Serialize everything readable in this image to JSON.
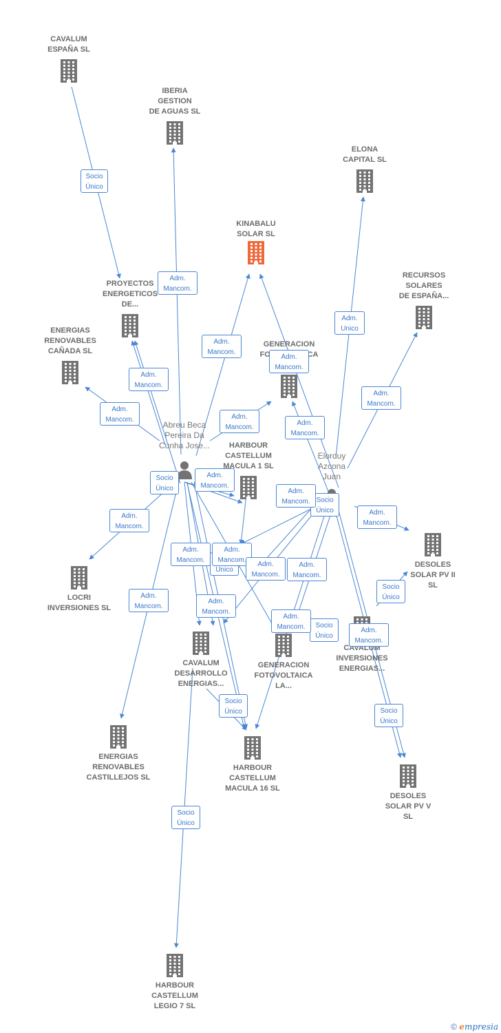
{
  "companies": [
    {
      "id": "kinabalu",
      "label": "KINABALU\nSOLAR  SL",
      "focus": true
    },
    {
      "id": "cavalum_espana",
      "label": "CAVALUM\nESPAÑA  SL"
    },
    {
      "id": "iberia",
      "label": "IBERIA\nGESTION\nDE AGUAS SL"
    },
    {
      "id": "elona",
      "label": "ELONA\nCAPITAL  SL"
    },
    {
      "id": "recursos",
      "label": "RECURSOS\nSOLARES\nDE ESPAÑA..."
    },
    {
      "id": "proyectos",
      "label": "PROYECTOS\nENERGETICOS\nDE..."
    },
    {
      "id": "canada",
      "label": "ENERGIAS\nRENOVABLES\nCAÑADA SL"
    },
    {
      "id": "gen_la",
      "label": "GENERACION\nFOTOVOLTAICA\nLA...  SL"
    },
    {
      "id": "macula1",
      "label": "HARBOUR\nCASTELLUM\nMACULA 1  SL"
    },
    {
      "id": "locri",
      "label": "LOCRI\nINVERSIONES SL"
    },
    {
      "id": "pv2",
      "label": "DESOLES\nSOLAR PV II\nSL"
    },
    {
      "id": "cav_des",
      "label": "CAVALUM\nDESARROLLO\nENERGIAS..."
    },
    {
      "id": "gen_la2",
      "label": "GENERACION\nFOTOVOLTAICA\nLA..."
    },
    {
      "id": "cav_inv",
      "label": "CAVALUM\nINVERSIONES\nENERGIAS..."
    },
    {
      "id": "castillejos",
      "label": "ENERGIAS\nRENOVABLES\nCASTILLEJOS SL"
    },
    {
      "id": "macula16",
      "label": "HARBOUR\nCASTELLUM\nMACULA 16  SL"
    },
    {
      "id": "pv5",
      "label": "DESOLES\nSOLAR PV V\nSL"
    },
    {
      "id": "legio7",
      "label": "HARBOUR\nCASTELLUM\nLEGIO 7  SL"
    }
  ],
  "persons": [
    {
      "id": "abreu",
      "label": "Abreu Beca\nPereira Da\nCunha Jose..."
    },
    {
      "id": "elorduy",
      "label": "Elorduy\nAzcona\nJuan"
    }
  ],
  "edge_labels": [
    {
      "id": "e1",
      "label": "Socio\nÚnico"
    },
    {
      "id": "e2",
      "label": "Adm.\nMancom."
    },
    {
      "id": "e3",
      "label": "Adm.\nMancom."
    },
    {
      "id": "e4",
      "label": "Adm.\nUnico"
    },
    {
      "id": "e5",
      "label": "Adm.\nMancom."
    },
    {
      "id": "e6",
      "label": "Adm.\nMancom."
    },
    {
      "id": "e7",
      "label": "Adm.\nMancom."
    },
    {
      "id": "e8",
      "label": "Adm.\nMancom."
    },
    {
      "id": "e9",
      "label": "Adm.\nMancom."
    },
    {
      "id": "e10",
      "label": "Adm.\nMancom."
    },
    {
      "id": "e11",
      "label": "Socio\nÚnico"
    },
    {
      "id": "e12",
      "label": "Adm.\nMancom."
    },
    {
      "id": "e13",
      "label": "Adm.\nMancom."
    },
    {
      "id": "e14",
      "label": "Socio\nÚnico"
    },
    {
      "id": "e15",
      "label": "Adm.\nMancom."
    },
    {
      "id": "e16",
      "label": "Adm.\nMancom."
    },
    {
      "id": "e17",
      "label": "Adm.\nMancom."
    },
    {
      "id": "e18",
      "label": "Socio\nÚnico"
    },
    {
      "id": "e19",
      "label": "Adm.\nMancom."
    },
    {
      "id": "e20",
      "label": "Adm.\nMancom."
    },
    {
      "id": "e21",
      "label": "Socio\nÚnico"
    },
    {
      "id": "e22",
      "label": "Adm.\nMancom."
    },
    {
      "id": "e23",
      "label": "Adm.\nMancom."
    },
    {
      "id": "e24",
      "label": "Adm.\nMancom."
    },
    {
      "id": "e25",
      "label": "Socio\nÚnico"
    },
    {
      "id": "e26",
      "label": "Adm.\nMancom."
    },
    {
      "id": "e27",
      "label": "Socio\nÚnico"
    },
    {
      "id": "e28",
      "label": "Socio\nÚnico"
    },
    {
      "id": "e29",
      "label": "Adm.\nMancom."
    },
    {
      "id": "e30",
      "label": "Socio\nÚnico"
    },
    {
      "id": "e31",
      "label": "Socio\nÚnico"
    }
  ],
  "colors": {
    "edge": "#4a86d4",
    "building": "#737373",
    "focus_building": "#ee6a3a",
    "person": "#737373"
  },
  "footer": {
    "copyright": "©",
    "brand_initial": "e",
    "brand_rest": "mpresia"
  }
}
